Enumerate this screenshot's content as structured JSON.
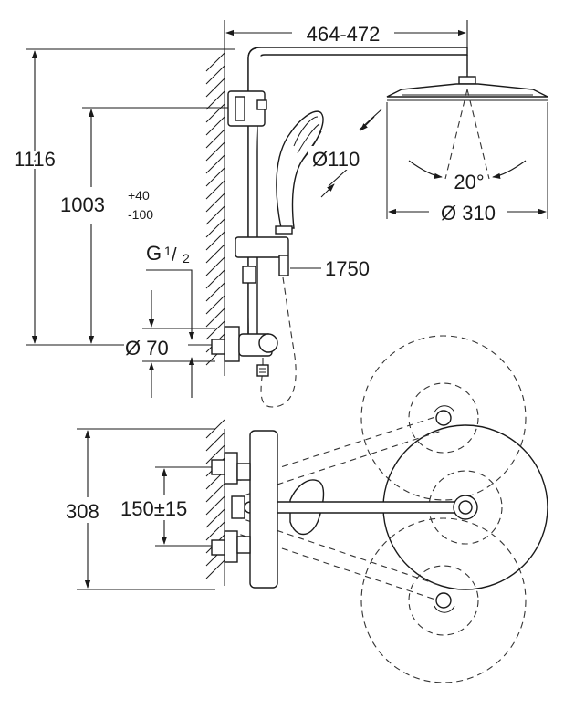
{
  "dimensions": {
    "width_range": "464-472",
    "total_height": "1116",
    "mixer_height": "1003",
    "mixer_tol_plus": "+40",
    "mixer_tol_minus": "-100",
    "thread_main": "G",
    "thread_num": "1",
    "thread_den": "2",
    "wall_rosette": "Ø 70",
    "hand_shower": "Ø110",
    "hose_length": "1750",
    "head_angle": "20°",
    "head_diameter": "Ø 310",
    "mixer_depth": "308",
    "inlet_spacing": "150±15"
  }
}
